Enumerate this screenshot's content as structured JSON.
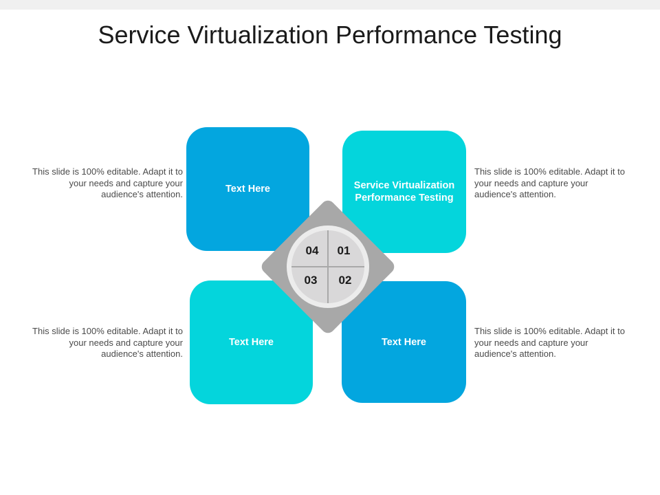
{
  "title": "Service Virtualization Performance Testing",
  "colors": {
    "blue": "#03a6df",
    "cyan": "#04d5dc",
    "diamond": "#a8a8a8"
  },
  "quadrants": [
    {
      "label": "Text Here",
      "color": "#03a6df"
    },
    {
      "label": "Service Virtualization Performance Testing",
      "color": "#04d5dc"
    },
    {
      "label": "Text Here",
      "color": "#04d5dc"
    },
    {
      "label": "Text Here",
      "color": "#03a6df"
    }
  ],
  "center_numbers": {
    "top_left": "04",
    "top_right": "01",
    "bottom_left": "03",
    "bottom_right": "02"
  },
  "descriptions": [
    "This slide is 100% editable. Adapt it to your needs and capture your audience's attention.",
    "This slide is 100% editable. Adapt it to your needs and capture your audience's attention.",
    "This slide is 100% editable. Adapt it to your needs and capture your audience's attention.",
    "This slide is 100% editable. Adapt it to your needs and capture your audience's attention."
  ]
}
